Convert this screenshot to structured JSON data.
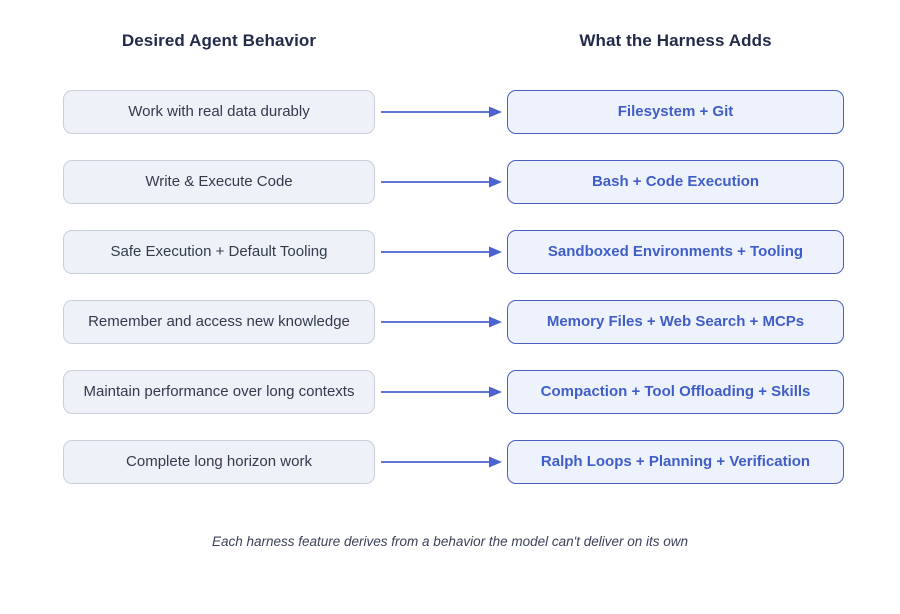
{
  "diagram": {
    "left_header": "Desired Agent Behavior",
    "right_header": "What the Harness Adds",
    "rows": [
      {
        "left": "Work with real data durably",
        "right": "Filesystem + Git"
      },
      {
        "left": "Write & Execute Code",
        "right": "Bash + Code Execution"
      },
      {
        "left": "Safe Execution + Default Tooling",
        "right": "Sandboxed Environments + Tooling"
      },
      {
        "left": "Remember and access new knowledge",
        "right": "Memory Files + Web Search + MCPs"
      },
      {
        "left": "Maintain performance over long contexts",
        "right": "Compaction + Tool Offloading + Skills"
      },
      {
        "left": "Complete long horizon work",
        "right": "Ralph Loops + Planning + Verification"
      }
    ],
    "caption": "Each harness feature derives from a behavior the model can't deliver on its own"
  },
  "icons": {
    "arrow_right": "arrow-right-icon"
  },
  "colors": {
    "header_text": "#242b4a",
    "left_box_bg": "#eef1f7",
    "left_box_border": "#c9d0db",
    "left_box_text": "#333b4d",
    "right_box_bg": "#eef2fc",
    "right_box_border": "#4a5fc2",
    "right_box_text": "#3f5ec7",
    "arrow": "#4a63cf",
    "caption_text": "#3b4158",
    "background": "#ffffff"
  }
}
